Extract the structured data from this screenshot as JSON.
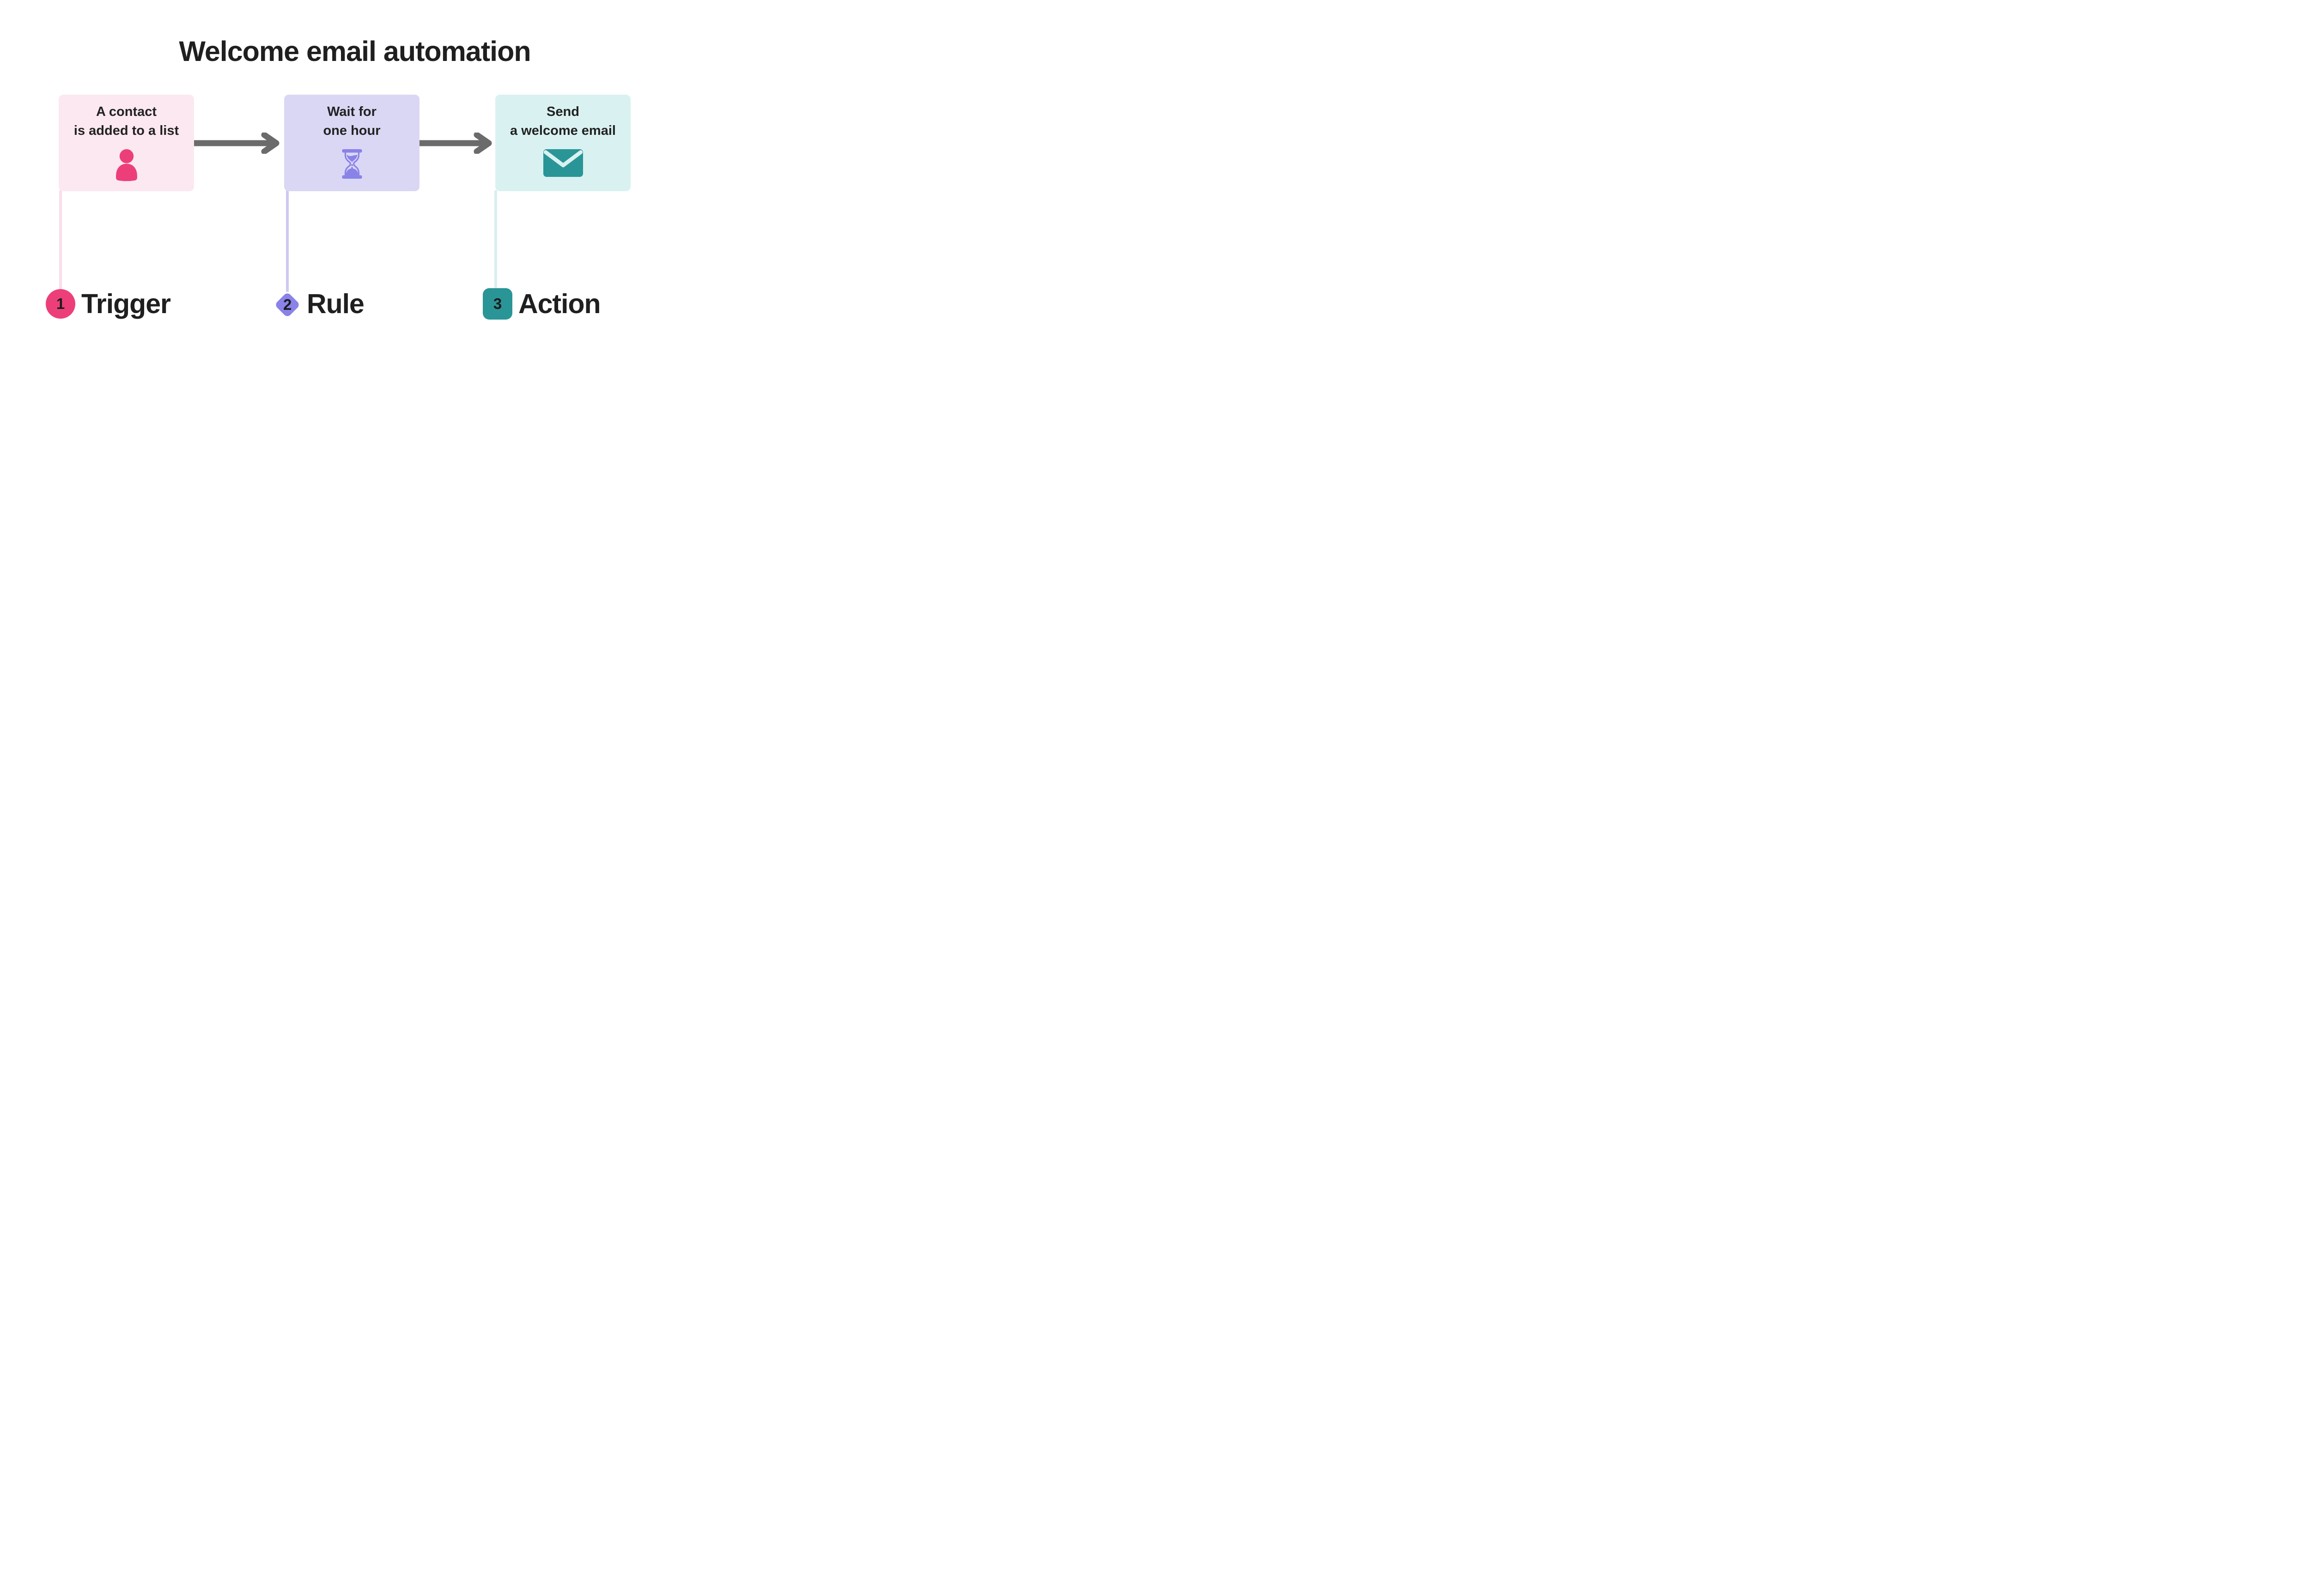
{
  "title": "Welcome email automation",
  "cards": [
    {
      "line1": "A contact",
      "line2": "is added to a list",
      "icon": "person-icon"
    },
    {
      "line1": "Wait for",
      "line2": "one hour",
      "icon": "hourglass-icon"
    },
    {
      "line1": "Send",
      "line2": "a welcome email",
      "icon": "envelope-icon"
    }
  ],
  "steps": [
    {
      "number": "1",
      "label": "Trigger",
      "badge_shape": "circle"
    },
    {
      "number": "2",
      "label": "Rule",
      "badge_shape": "diamond"
    },
    {
      "number": "3",
      "label": "Action",
      "badge_shape": "rounded-square"
    }
  ],
  "colors": {
    "background": "#ffffff",
    "text_dark": "#1f1f1f",
    "arrow_gray": "#6b6b6b",
    "card1_bg": "#fce8f0",
    "card2_bg": "#dad7f5",
    "card3_bg": "#d9f2f1",
    "pink": "#ec3f79",
    "purple": "#8a82e8",
    "teal": "#2a9597",
    "line1": "#fbdde9",
    "line2": "#cdc9f1",
    "line3": "#d7f0ee"
  }
}
